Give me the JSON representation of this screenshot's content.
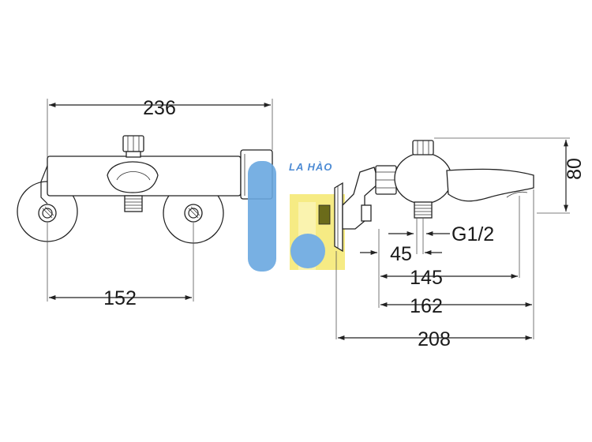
{
  "dimensions": {
    "front_width": "236",
    "front_centers": "152",
    "side_height": "80",
    "side_thread": "G1/2",
    "side_45": "45",
    "side_145": "145",
    "side_162": "162",
    "side_208": "208"
  },
  "watermark": {
    "text": "LA HÀO",
    "colors": {
      "blue": "#6aa8e0",
      "yellow": "#f2e24a",
      "text": "#3a7fd0"
    }
  },
  "colors": {
    "line": "#222222",
    "background": "#ffffff",
    "knob": "#6b6b1a"
  }
}
